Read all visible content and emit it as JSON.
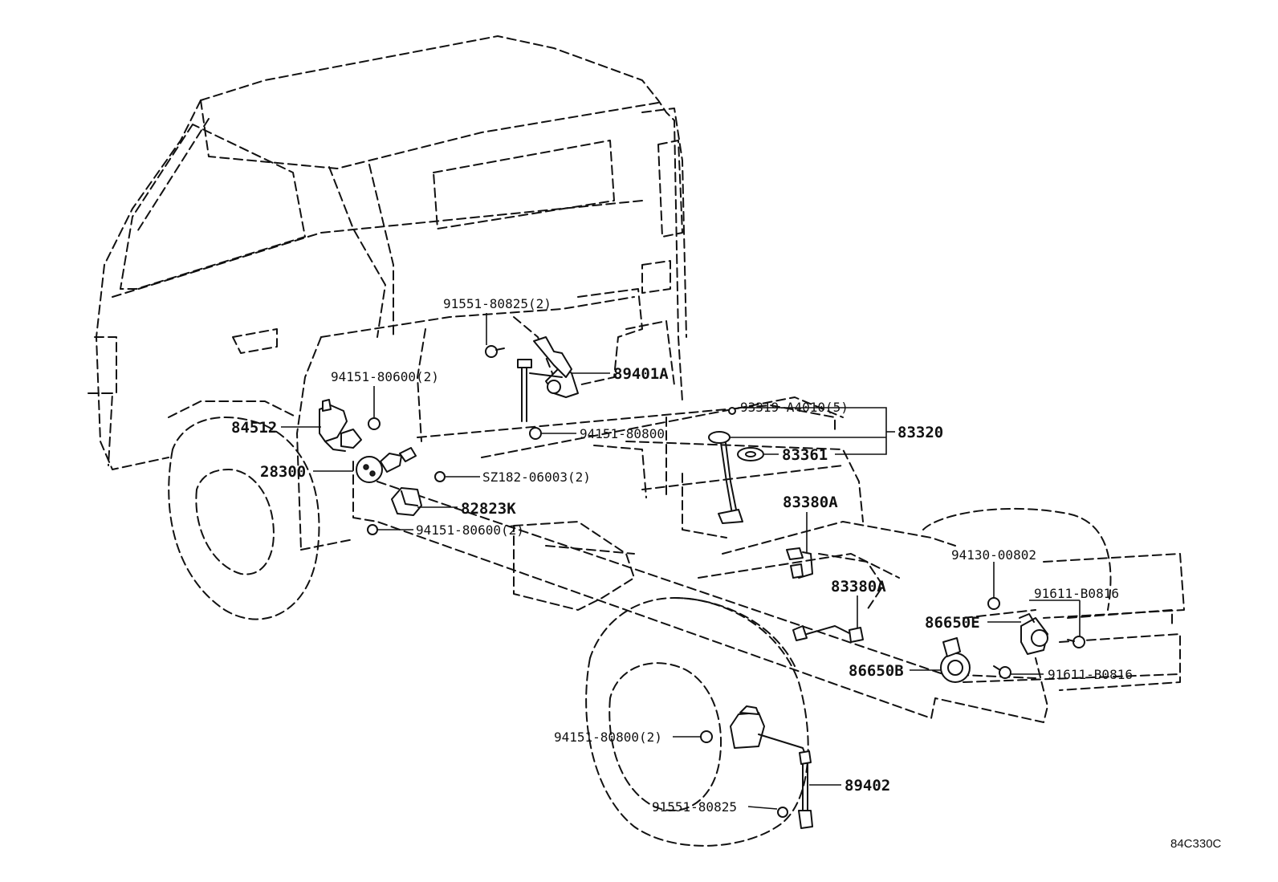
{
  "labels": {
    "p91551_80825_2": "91551-80825(2)",
    "p89401A": "89401A",
    "p94151_80600_2_top": "94151-80600(2)",
    "p84512": "84512",
    "p93319_A4010_5": "93319-A4010(5)",
    "p83320": "83320",
    "p94151_80800": "94151-80800",
    "p83361": "83361",
    "p28300": "28300",
    "pSZ182_06003_2": "SZ182-06003(2)",
    "p82823K": "82823K",
    "p94151_80600_2_bottom": "94151-80600(2)",
    "p83380A_top": "83380A",
    "p94130_00802": "94130-00802",
    "p83380A_bottom": "83380A",
    "p91611_B0816_top": "91611-B0816",
    "p86650E": "86650E",
    "p86650B": "86650B",
    "p91611_B0816_bottom": "91611-B0816",
    "p94151_80800_2": "94151-80800(2)",
    "p89402": "89402",
    "p91551_80825": "91551-80825"
  },
  "diagram_code": "84C330C"
}
